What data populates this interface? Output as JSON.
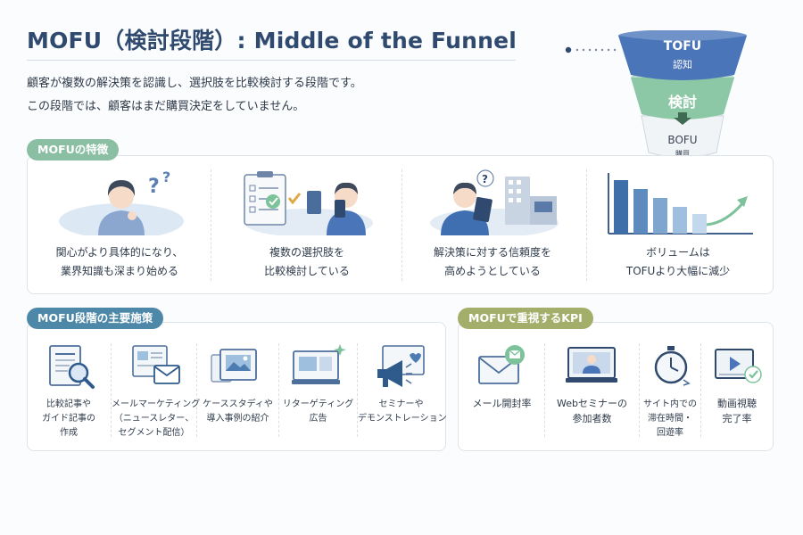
{
  "header": {
    "title": "MOFU（検討段階）: Middle of the Funnel",
    "intro_line1": "顧客が複数の解決策を認識し、選択肢を比較検討する段階です。",
    "intro_line2": "この段階では、顧客はまだ購買決定をしていません。"
  },
  "funnel": {
    "tofu_title": "TOFU",
    "tofu_sub": "認知",
    "mofu_label": "検討",
    "bofu_title": "BOFU",
    "bofu_sub": "購買",
    "colors": {
      "tofu": "#4a75b8",
      "mofu": "#8cc7a6",
      "bofu": "#f1f4f7"
    }
  },
  "features": {
    "heading": "MOFUの特徴",
    "items": [
      {
        "icon": "thinking-person-icon",
        "line1": "関心がより具体的になり、",
        "line2": "業界知識も深まり始める"
      },
      {
        "icon": "comparing-options-icon",
        "line1": "複数の選択肢を",
        "line2": "比較検討している"
      },
      {
        "icon": "trust-research-icon",
        "line1": "解決策に対する信頼度を",
        "line2": "高めようとしている"
      },
      {
        "icon": "declining-volume-icon",
        "line1": "ボリュームは",
        "line2": "TOFUより大幅に減少"
      }
    ]
  },
  "measures": {
    "heading": "MOFU段階の主要施策",
    "items": [
      {
        "icon": "article-search-icon",
        "lines": [
          "比較記事や",
          "ガイド記事の",
          "作成"
        ]
      },
      {
        "icon": "newsletter-mail-icon",
        "lines": [
          "メールマーケティング",
          "（ニュースレター、",
          "セグメント配信）"
        ]
      },
      {
        "icon": "case-study-icon",
        "lines": [
          "ケーススタディや",
          "導入事例の紹介"
        ]
      },
      {
        "icon": "retargeting-ad-icon",
        "lines": [
          "リターゲティング",
          "広告"
        ]
      },
      {
        "icon": "megaphone-icon",
        "lines": [
          "セミナーや",
          "デモンストレーション"
        ]
      }
    ]
  },
  "kpi": {
    "heading": "MOFUで重視するKPI",
    "items": [
      {
        "icon": "email-open-icon",
        "lines": [
          "メール開封率"
        ]
      },
      {
        "icon": "webinar-icon",
        "lines": [
          "Webセミナーの",
          "参加者数"
        ]
      },
      {
        "icon": "stopwatch-icon",
        "lines": [
          "サイト内での",
          "滞在時間・",
          "回遊率"
        ]
      },
      {
        "icon": "video-play-icon",
        "lines": [
          "動画視聴",
          "完了率"
        ]
      }
    ]
  }
}
